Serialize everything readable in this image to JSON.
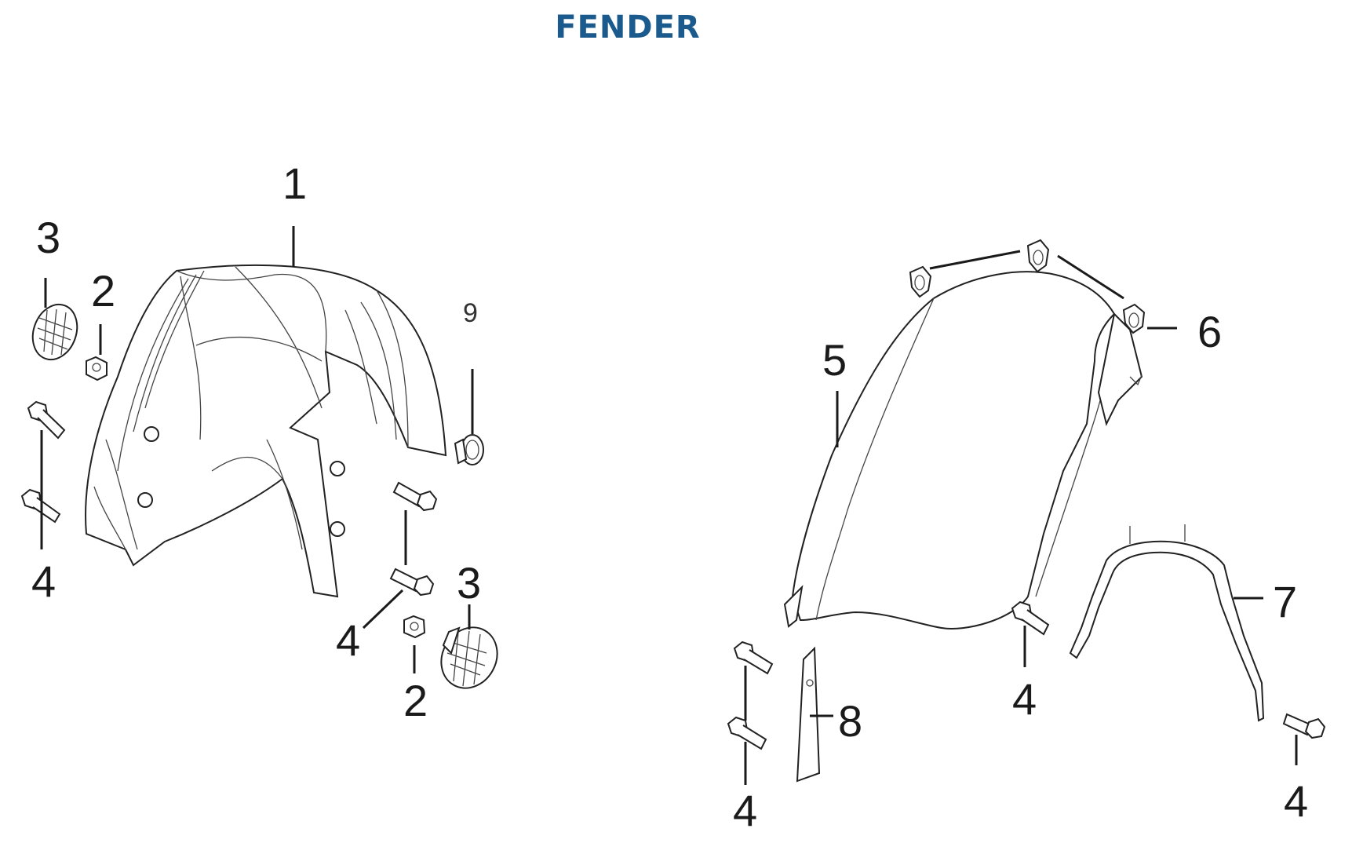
{
  "title": "FENDER",
  "callouts": {
    "c1": "1",
    "c2a": "2",
    "c2b": "2",
    "c3a": "3",
    "c3b": "3",
    "c4a": "4",
    "c4b": "4",
    "c4c": "4",
    "c4d": "4",
    "c4e": "4",
    "c5": "5",
    "c6": "6",
    "c7": "7",
    "c8": "8",
    "c9": "9"
  },
  "colors": {
    "title": "#1a5a8c",
    "line": "#1a1a1a"
  }
}
